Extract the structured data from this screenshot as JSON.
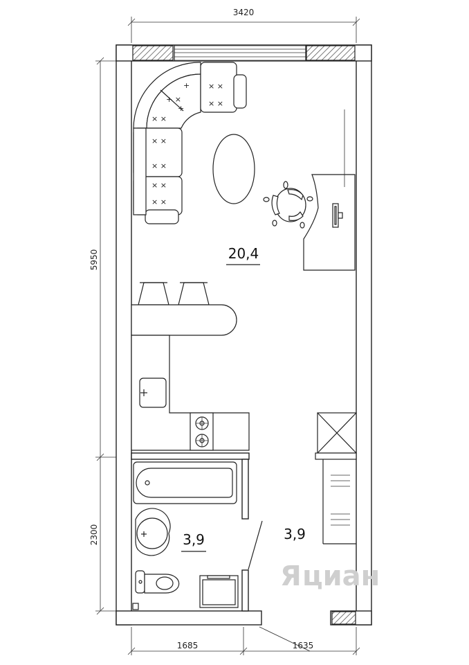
{
  "dimensions": {
    "top_width": "3420",
    "left_upper": "5950",
    "left_lower": "2300",
    "bottom_left": "1685",
    "bottom_right": "1635"
  },
  "rooms": {
    "main_area": "20,4",
    "bathroom_area": "3,9",
    "hall_area": "3,9"
  },
  "watermark": {
    "text": "циан"
  },
  "colors": {
    "line": "#222222",
    "hatch": "#444444",
    "watermark": "#cfcfcf"
  }
}
